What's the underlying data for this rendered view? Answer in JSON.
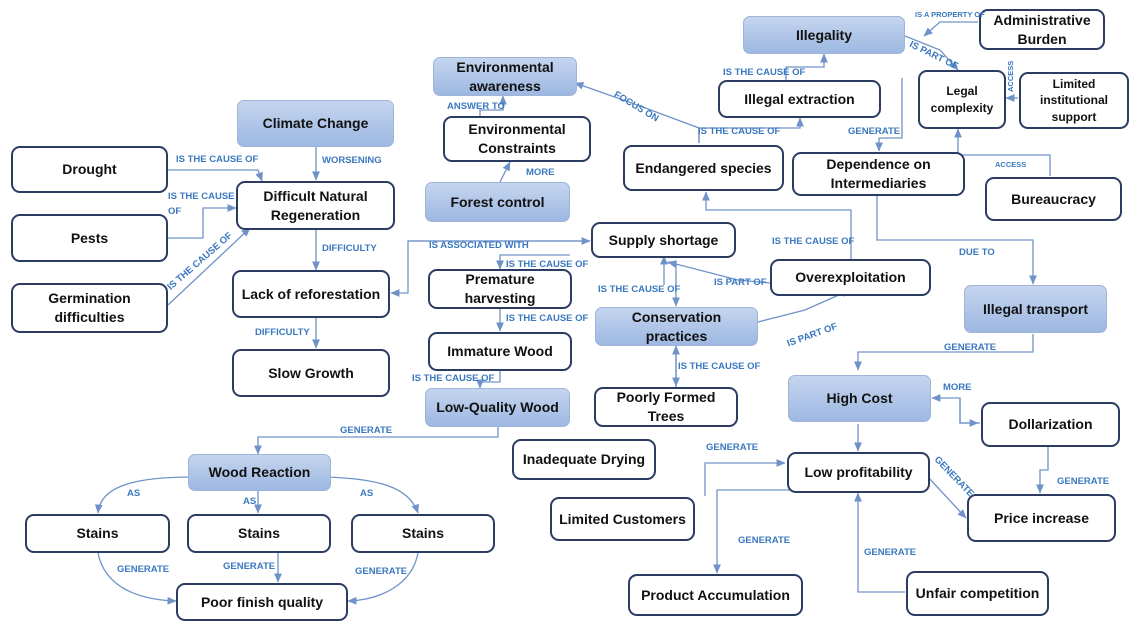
{
  "nodes": {
    "climate_change": "Climate Change",
    "drought": "Drought",
    "difficult_regeneration": "Difficult Natural Regeneration",
    "pests": "Pests",
    "germination": "Germination difficulties",
    "lack_reforestation": "Lack of reforestation",
    "slow_growth": "Slow Growth",
    "env_awareness": "Environmental awareness",
    "env_constraints": "Environmental Constraints",
    "forest_control": "Forest control",
    "premature_harvesting": "Premature harvesting",
    "immature_wood": "Immature Wood",
    "low_quality_wood": "Low-Quality Wood",
    "wood_reaction": "Wood Reaction",
    "stains_1": "Stains",
    "stains_2": "Stains",
    "stains_3": "Stains",
    "poor_finish": "Poor finish quality",
    "inadequate_drying": "Inadequate Drying",
    "supply_shortage": "Supply shortage",
    "conservation_practices": "Conservation practices",
    "poorly_formed_trees": "Poorly Formed Trees",
    "overexploitation": "Overexploitation",
    "endangered_species": "Endangered species",
    "illegal_extraction": "Illegal extraction",
    "illegality": "Illegality",
    "admin_burden": "Administrative Burden",
    "legal_complexity": "Legal complexity",
    "limited_support": "Limited institutional support",
    "dependence_intermediaries": "Dependence on Intermediaries",
    "bureaucracy": "Bureaucracy",
    "illegal_transport": "Illegal transport",
    "high_cost": "High Cost",
    "dollarization": "Dollarization",
    "low_profitability": "Low profitability",
    "limited_customers": "Limited Customers",
    "price_increase": "Price increase",
    "product_accumulation": "Product Accumulation",
    "unfair_competition": "Unfair competition"
  },
  "edge_labels": {
    "is_cause_drought": "IS THE CAUSE OF",
    "worsening": "WORSENING",
    "is_cause_pests_1": "IS THE CAUSE",
    "is_cause_pests_2": "OF",
    "is_cause_germination": "IS THE CAUSE OF",
    "difficulty_1": "DIFFICULTY",
    "difficulty_2": "DIFFICULTY",
    "answer_to": "ANSWER TO",
    "more_forest": "MORE",
    "focus_on": "FOCUS ON",
    "is_associated_with": "IS ASSOCIATED WITH",
    "is_cause_supply_premature": "IS THE CAUSE OF",
    "is_cause_premature_immature": "IS THE CAUSE OF",
    "is_cause_immature_lowq": "IS THE CAUSE OF",
    "generate_lowq_reaction": "GENERATE",
    "as_1": "AS",
    "as_2": "AS",
    "as_3": "AS",
    "generate_stains_1": "GENERATE",
    "generate_stains_2": "GENERATE",
    "generate_stains_3": "GENERATE",
    "is_cause_supply_cons": "IS THE CAUSE OF",
    "is_cause_poorly": "IS THE CAUSE OF",
    "is_part_of_1": "IS PART OF",
    "is_part_of_2": "IS PART OF",
    "is_cause_over_endangered": "IS THE CAUSE OF",
    "is_cause_endangered_extraction": "IS THE CAUSE OF",
    "is_cause_extraction_illegality": "IS THE CAUSE OF",
    "is_property_of": "IS A PROPERTY OF",
    "is_part_of_admin": "IS PART OF",
    "access_1": "ACCESS",
    "access_2": "ACCESS",
    "generate_extraction_dependence": "GENERATE",
    "due_to": "DUE TO",
    "generate_transport_cost": "GENERATE",
    "more_cost": "MORE",
    "generate_customers": "GENERATE",
    "generate_price": "GENERATE",
    "generate_dollar": "GENERATE",
    "generate_accumulation": "GENERATE",
    "generate_unfair": "GENERATE"
  }
}
